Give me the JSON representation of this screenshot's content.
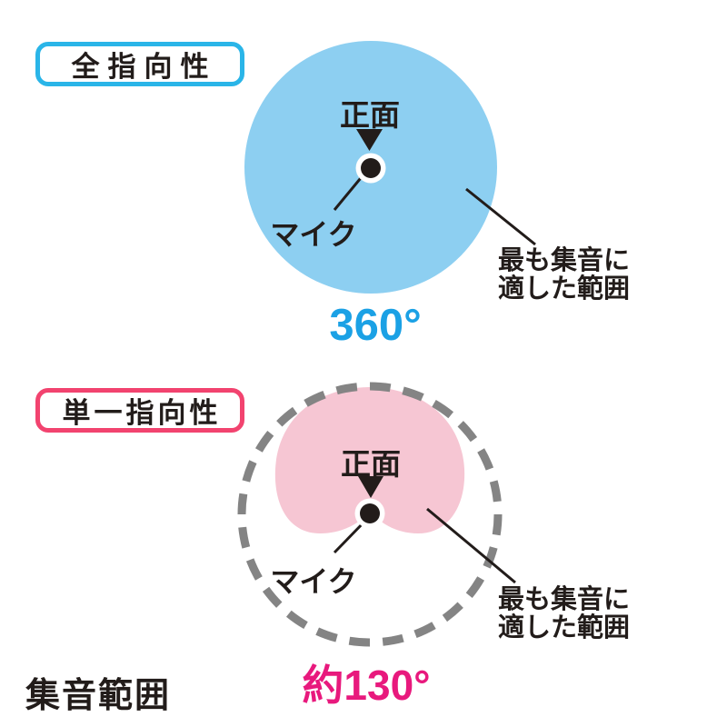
{
  "caption": "集音範囲",
  "colors": {
    "omni_box_border": "#2ab5e8",
    "omni_circle_fill": "#8dcff1",
    "omni_angle_text": "#1ba1e5",
    "uni_box_border": "#f2436f",
    "uni_area_fill": "#f6c6d3",
    "uni_angle_text": "#e8197d",
    "dashed_circle": "#848484",
    "text_black": "#221c1a"
  },
  "omnidirectional": {
    "label": "全指向性",
    "front_label": "正面",
    "mic_label": "マイク",
    "range_note": [
      "最も集音に",
      "適した範囲"
    ],
    "angle_label": "360°"
  },
  "unidirectional": {
    "label": "単一指向性",
    "front_label": "正面",
    "mic_label": "マイク",
    "range_note": [
      "最も集音に",
      "適した範囲"
    ],
    "angle_label": "約130°"
  }
}
